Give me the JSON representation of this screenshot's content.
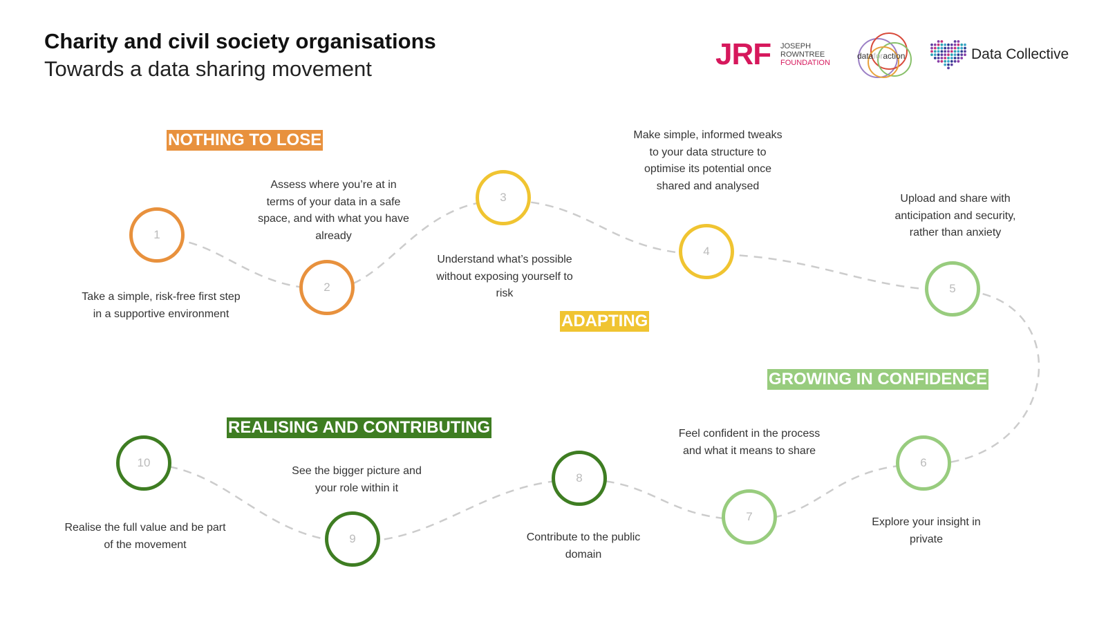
{
  "header": {
    "title": "Charity and civil society organisations",
    "subtitle": "Towards a data sharing movement"
  },
  "logos": {
    "jrf": {
      "mark": "JRF",
      "line1": "JOSEPH",
      "line2": "ROWNTREE",
      "line3": "FOUNDATION"
    },
    "data_for_action": {
      "text_left": "data",
      "text_mid": "for",
      "text_right": "action"
    },
    "data_collective": {
      "text": "Data Collective"
    }
  },
  "colors": {
    "orange": "#e8913d",
    "yellow": "#f0c431",
    "light_green": "#98cc7e",
    "dark_green": "#3e7d22",
    "path": "#cccccc",
    "jrf_pink": "#d6185c"
  },
  "stages": [
    {
      "label": "NOTHING TO LOSE",
      "color": "#e8913d"
    },
    {
      "label": "ADAPTING",
      "color": "#f0c431"
    },
    {
      "label": "GROWING IN CONFIDENCE",
      "color": "#98cc7e"
    },
    {
      "label": "REALISING AND CONTRIBUTING",
      "color": "#3e7d22"
    }
  ],
  "steps": [
    {
      "number": "1",
      "color": "#e8913d",
      "text": "Take a simple, risk-free first step in a supportive environment"
    },
    {
      "number": "2",
      "color": "#e8913d",
      "text": "Assess where you’re at in terms of your data in a safe space,  and with what you have already"
    },
    {
      "number": "3",
      "color": "#f0c431",
      "text": "Understand what’s possible without exposing yourself to risk"
    },
    {
      "number": "4",
      "color": "#f0c431",
      "text": "Make simple, informed tweaks to your data structure to optimise its potential once shared and analysed"
    },
    {
      "number": "5",
      "color": "#98cc7e",
      "text": "Upload and share with anticipation and security, rather than anxiety"
    },
    {
      "number": "6",
      "color": "#98cc7e",
      "text": "Explore your insight in private"
    },
    {
      "number": "7",
      "color": "#98cc7e",
      "text": "Feel confident in the process and what it means to share"
    },
    {
      "number": "8",
      "color": "#3e7d22",
      "text": "Contribute to the public domain"
    },
    {
      "number": "9",
      "color": "#3e7d22",
      "text": "See the bigger picture and your role within it"
    },
    {
      "number": "10",
      "color": "#3e7d22",
      "text": "Realise the full value and be part of the movement"
    }
  ]
}
